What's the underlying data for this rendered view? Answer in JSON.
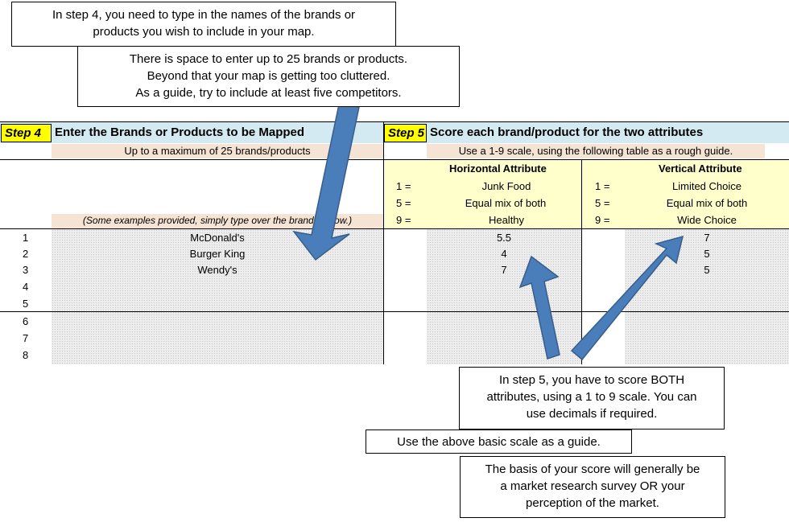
{
  "callouts": {
    "step4_intro": [
      "In step 4, you need to type in the names of the brands or",
      "products you wish to include in your map."
    ],
    "space_note": [
      "There is space to enter up to 25 brands or products.",
      "Beyond that your map is getting too cluttered.",
      "As a guide, try to include at least five competitors."
    ],
    "step5_intro": [
      "In step 5, you have to score BOTH",
      "attributes, using a 1 to 9 scale. You can",
      "use decimals if required."
    ],
    "scale_guide": "Use the above basic scale as a guide.",
    "basis_note": [
      "The basis of your score will generally be",
      "a market research survey OR your",
      "perception of the market."
    ]
  },
  "step4": {
    "badge": "Step 4",
    "title": "Enter the Brands or Products to be Mapped",
    "subtitle": "Up to a maximum of 25 brands/products",
    "examples_note": "(Some examples provided, simply type over the brands below.)"
  },
  "step5": {
    "badge": "Step 5",
    "title": "Score each brand/product for the two attributes",
    "subtitle": "Use a 1-9 scale, using the following table as a rough guide.",
    "horizontal": {
      "title": "Horizontal Attribute",
      "scale": [
        {
          "key": "1 =",
          "label": "Junk Food"
        },
        {
          "key": "5 =",
          "label": "Equal mix of both"
        },
        {
          "key": "9 =",
          "label": "Healthy"
        }
      ]
    },
    "vertical": {
      "title": "Vertical Attribute",
      "scale": [
        {
          "key": "1 =",
          "label": "Limited Choice"
        },
        {
          "key": "5 =",
          "label": "Equal mix of both"
        },
        {
          "key": "9 =",
          "label": "Wide Choice"
        }
      ]
    }
  },
  "rows": [
    {
      "num": "1",
      "brand": "McDonald's",
      "h": "5.5",
      "v": "7"
    },
    {
      "num": "2",
      "brand": "Burger King",
      "h": "4",
      "v": "5"
    },
    {
      "num": "3",
      "brand": "Wendy's",
      "h": "7",
      "v": "5"
    },
    {
      "num": "4",
      "brand": "",
      "h": "",
      "v": ""
    },
    {
      "num": "5",
      "brand": "",
      "h": "",
      "v": ""
    },
    {
      "num": "6",
      "brand": "",
      "h": "",
      "v": ""
    },
    {
      "num": "7",
      "brand": "",
      "h": "",
      "v": ""
    },
    {
      "num": "8",
      "brand": "",
      "h": "",
      "v": ""
    }
  ],
  "colors": {
    "badge": "#ffff00",
    "header_bar": "#d4eaf2",
    "sub_bar": "#f5e3d4",
    "scale_box": "#ffffcc",
    "arrow": "#4a7ebb"
  }
}
